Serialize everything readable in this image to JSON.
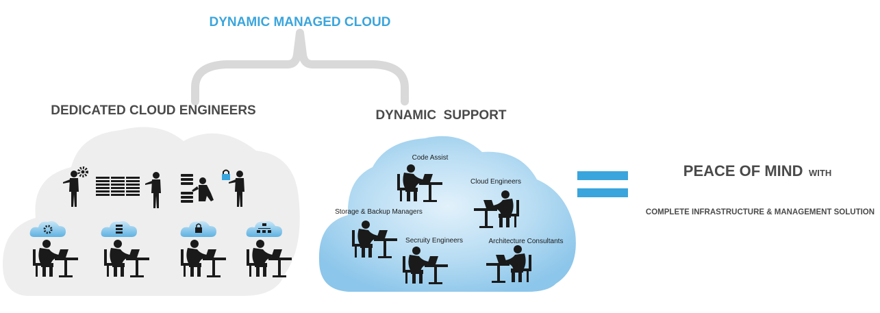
{
  "top_label": "DYNAMIC MANAGED CLOUD",
  "left_cloud": {
    "title": "DEDICATED CLOUD ENGINEERS"
  },
  "right_cloud": {
    "title": "DYNAMIC  SUPPORT",
    "roles": [
      "Code Assist",
      "Cloud Engineers",
      "Storage & Backup Managers",
      "Secruity Engineers",
      "Architecture Consultants"
    ]
  },
  "result": {
    "headline": "PEACE OF MIND",
    "headline_suffix": "WITH",
    "subline": "COMPLETE INFRASTRUCTURE & MANAGEMENT SOLUTION"
  },
  "colors": {
    "accent_blue": "#3aa5dc",
    "heading_gray": "#4a4a4a",
    "cloud_gray": "#eeeeee",
    "cloud_blue": "#a8d4ef",
    "equals_blue": "#3aa5dc",
    "figure_black": "#1a1a1a"
  }
}
